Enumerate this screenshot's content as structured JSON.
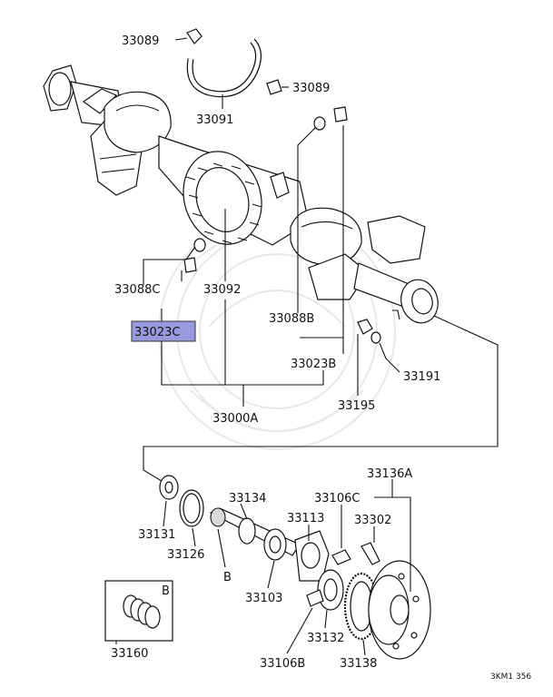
{
  "parts": {
    "p33089_top": "33089",
    "p33089_right": "33089",
    "p33091": "33091",
    "p33088C": "33088C",
    "p33092": "33092",
    "p33088B": "33088B",
    "p33023C": "33023C",
    "p33023B": "33023B",
    "p33191": "33191",
    "p33195": "33195",
    "p33000A": "33000A",
    "p33136A": "33136A",
    "p33134": "33134",
    "p33106C": "33106C",
    "p33113": "33113",
    "p33302": "33302",
    "p33131": "33131",
    "p33126": "33126",
    "p33103": "33103",
    "p33132": "33132",
    "p33106B": "33106B",
    "p33138": "33138",
    "p33160": "33160",
    "ref_b_shaft": "B",
    "ref_b_box": "B"
  },
  "diagram_code": "3KM1 356",
  "highlight_color": "#9999dd"
}
